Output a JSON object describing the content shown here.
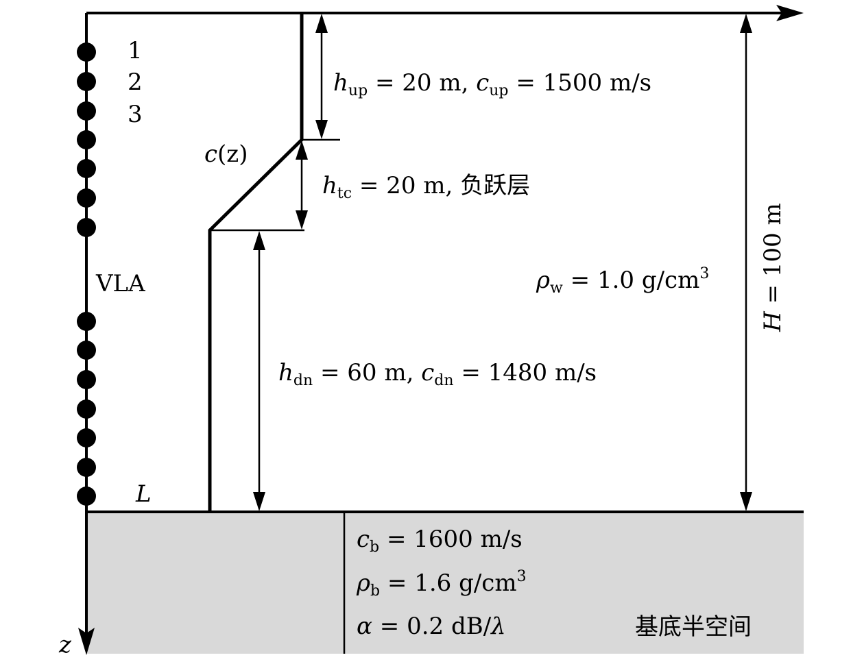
{
  "colors": {
    "seabed_fill": "#d9d9d9",
    "line": "#000000",
    "background": "#ffffff"
  },
  "labels": {
    "element_1": "1",
    "element_2": "2",
    "element_3": "3",
    "vla": "VLA",
    "L": "L",
    "z": "z",
    "cz_c": "c",
    "cz_arg": "(z)",
    "h_up": {
      "sym": "h",
      "sub": "up",
      "rest": " = 20  m, ",
      "sym2": "c",
      "sub2": "up",
      "rest2": " = 1500  m/s"
    },
    "h_tc": {
      "sym": "h",
      "sub": "tc",
      "rest": " = 20  m, ",
      "cjk": "负跃层"
    },
    "h_dn": {
      "sym": "h",
      "sub": "dn",
      "rest": " = 60  m, ",
      "sym2": "c",
      "sub2": "dn",
      "rest2": " = 1480  m/s"
    },
    "rho_w": {
      "sym": "ρ",
      "sub": "w",
      "rest": " = 1.0  g/cm",
      "sup": "3"
    },
    "H": {
      "sym": "H",
      "rest": " = 100  m"
    },
    "c_b": {
      "sym": "c",
      "sub": "b",
      "rest": " = 1600  m/s"
    },
    "rho_b": {
      "sym": "ρ",
      "sub": "b",
      "rest": " = 1.6  g/cm",
      "sup": "3"
    },
    "alpha": {
      "sym": "α",
      "rest": " = 0.2  dB/",
      "sym2": "λ"
    },
    "halfspace": "基底半空间"
  }
}
